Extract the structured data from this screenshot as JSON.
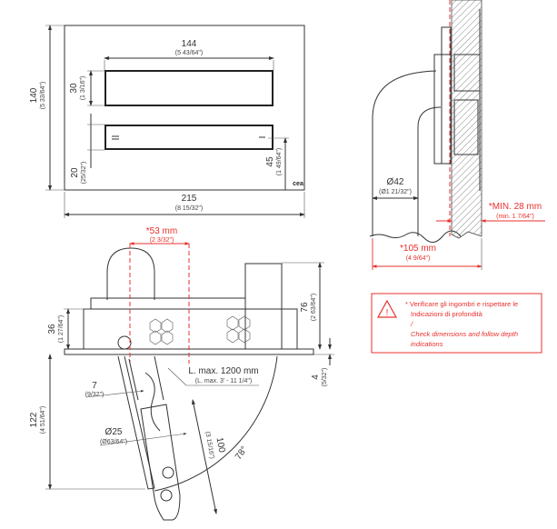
{
  "front_view": {
    "slot_width": "144",
    "slot_width_in": "(5 43/64\")",
    "height": "140",
    "height_in": "(5 33/64\")",
    "slot_height": "30",
    "slot_height_in": "(1 3/16\")",
    "bottom_offset": "20",
    "bottom_offset_in": "(25/32\")",
    "right_offset": "45",
    "right_offset_in": "(1 49/64\")",
    "width": "215",
    "width_in": "(8 15/32\")",
    "logo": "cea"
  },
  "side_view": {
    "pipe_diameter": "Ø42",
    "pipe_diameter_in": "(Ø1 21/32\")",
    "min_depth": "*MIN. 28 mm",
    "min_depth_in": "(min. 1 7/64\")",
    "depth": "*105 mm",
    "depth_in": "(4 9/64\")"
  },
  "warning": {
    "line_it_1": "* Verificare gli ingombri e rispettare le",
    "line_it_2": "Indicazioni di profondità",
    "separator": "/",
    "line_en_1": "Check dimensions and follow depth",
    "line_en_2": "indications"
  },
  "bottom_view": {
    "offset": "*53 mm",
    "offset_in": "(2 3/32\")",
    "body_height": "36",
    "body_height_in": "(1 27/64\")",
    "total_height": "76",
    "total_height_in": "(2 63/64\")",
    "plate_thickness": "4",
    "plate_thickness_in": "(5/32\")",
    "cable_length": "L. max. 1200 mm",
    "cable_length_in": "(L. max. 3' - 11 1/4\")",
    "gap": "7",
    "gap_in": "(9/32\")",
    "probe_depth": "122",
    "probe_depth_in": "(4 51/64\")",
    "probe_diameter": "Ø25",
    "probe_diameter_in": "(Ø63/64\")",
    "probe_length": "100",
    "probe_length_in": "(3 15/16\")",
    "angle": "78°"
  },
  "colors": {
    "accent": "#e8302c",
    "line": "#333333"
  }
}
